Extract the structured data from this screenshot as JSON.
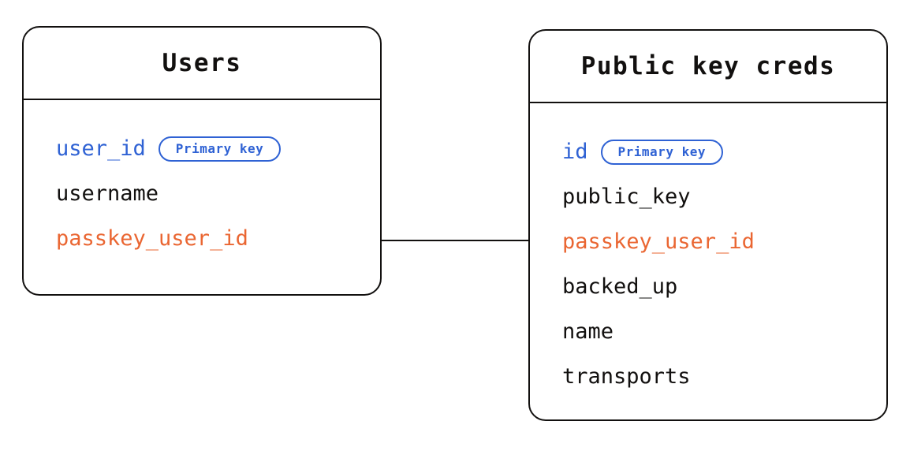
{
  "diagram": {
    "type": "entity-relationship",
    "colors": {
      "stroke": "#12100f",
      "background": "#ffffff",
      "primary_key": "#2f62d4",
      "foreign_key": "#ea6632",
      "text": "#12100f"
    },
    "entities": [
      {
        "id": "users",
        "title": "Users",
        "fields": [
          {
            "name": "user_id",
            "style": "key",
            "badge": "Primary key"
          },
          {
            "name": "username",
            "style": "plain",
            "badge": null
          },
          {
            "name": "passkey_user_id",
            "style": "fk",
            "badge": null
          }
        ]
      },
      {
        "id": "public_key_creds",
        "title": "Public key creds",
        "fields": [
          {
            "name": "id",
            "style": "key",
            "badge": "Primary key"
          },
          {
            "name": "public_key",
            "style": "plain",
            "badge": null
          },
          {
            "name": "passkey_user_id",
            "style": "fk",
            "badge": null
          },
          {
            "name": "backed_up",
            "style": "plain",
            "badge": null
          },
          {
            "name": "name",
            "style": "plain",
            "badge": null
          },
          {
            "name": "transports",
            "style": "plain",
            "badge": null
          }
        ]
      }
    ],
    "relationships": [
      {
        "from": "users.passkey_user_id",
        "to": "public_key_creds.passkey_user_id",
        "style": "solid"
      }
    ]
  }
}
